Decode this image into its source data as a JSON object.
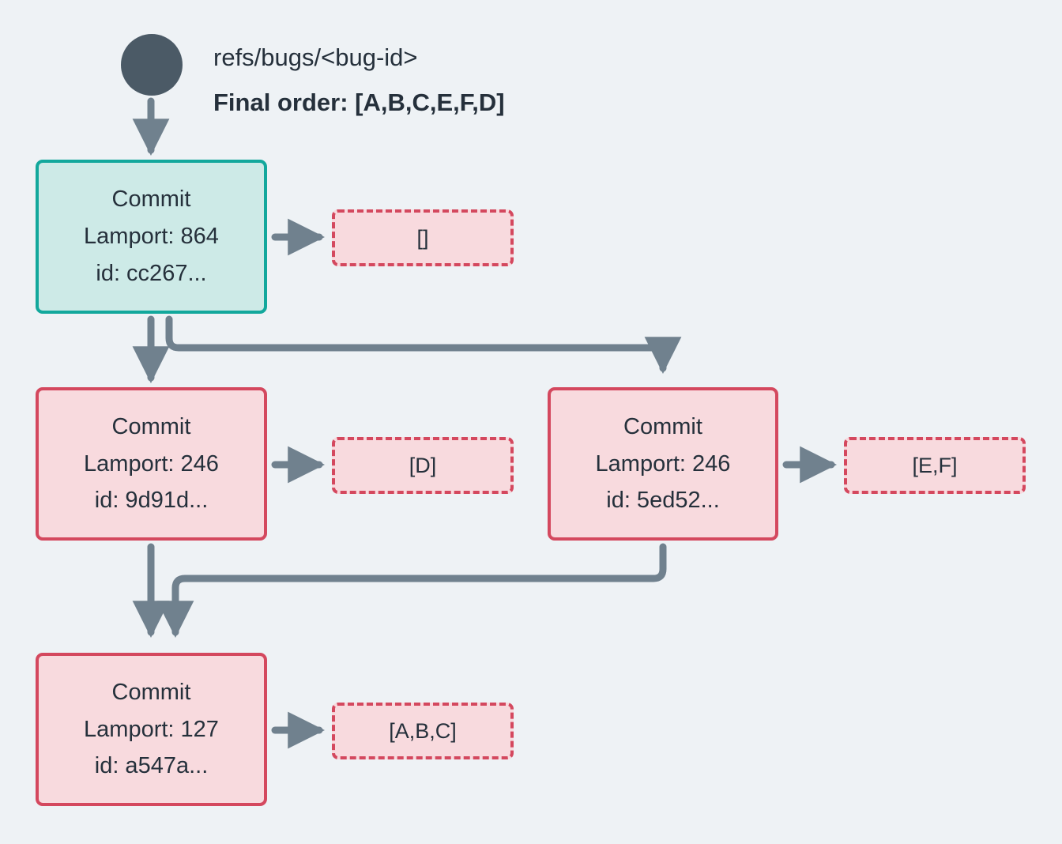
{
  "diagram": {
    "background_color": "#eef2f5",
    "edge_color": "#70818e",
    "text_color": "#25303b",
    "root": {
      "icon": "filled-circle-node",
      "color": "#4b5a66"
    },
    "header": {
      "ref_label": "refs/bugs/<bug-id>",
      "final_order_label": "Final order: [A,B,C,E,F,D]"
    },
    "commits": [
      {
        "id": "cc267",
        "title": "Commit",
        "lamport_line": "Lamport: 864",
        "id_line": "id: cc267...",
        "fill": "#cdeae7",
        "border": "#12a89c",
        "operations_label": "[]"
      },
      {
        "id": "9d91d",
        "title": "Commit",
        "lamport_line": "Lamport: 246",
        "id_line": "id: 9d91d...",
        "fill": "#f8dade",
        "border": "#d4485e",
        "operations_label": "[D]"
      },
      {
        "id": "5ed52",
        "title": "Commit",
        "lamport_line": "Lamport: 246",
        "id_line": "id: 5ed52...",
        "fill": "#f8dade",
        "border": "#d4485e",
        "operations_label": "[E,F]"
      },
      {
        "id": "a547a",
        "title": "Commit",
        "lamport_line": "Lamport: 127",
        "id_line": "id: a547a...",
        "fill": "#f8dade",
        "border": "#d4485e",
        "operations_label": "[A,B,C]"
      }
    ]
  }
}
